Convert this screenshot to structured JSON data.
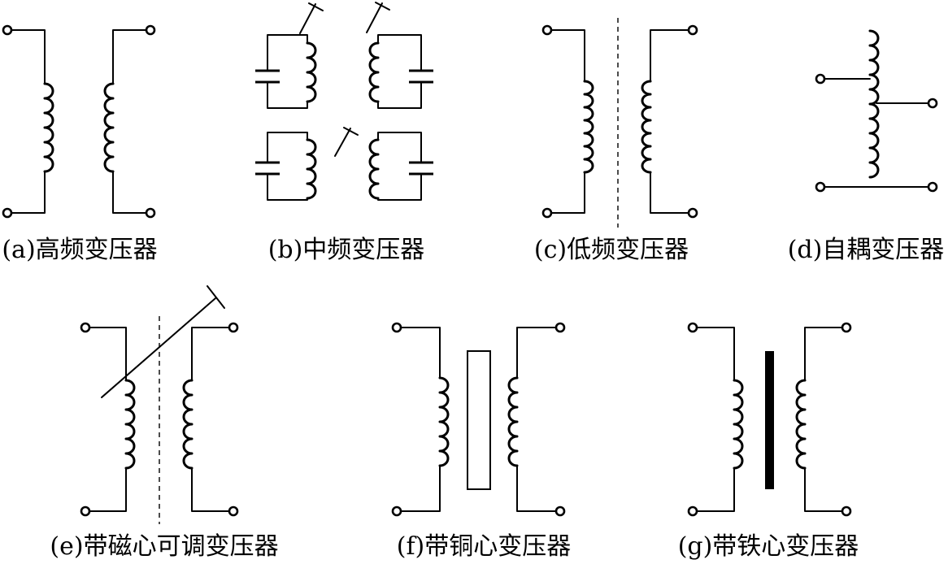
{
  "captions": {
    "a": "(a)高频变压器",
    "b": "(b)中频变压器",
    "c": "(c)低频变压器",
    "d": "(d)自耦变压器",
    "e": "(e)带磁心可调变压器",
    "f": "(f)带铜心变压器",
    "g": "(g)带铁心变压器"
  }
}
